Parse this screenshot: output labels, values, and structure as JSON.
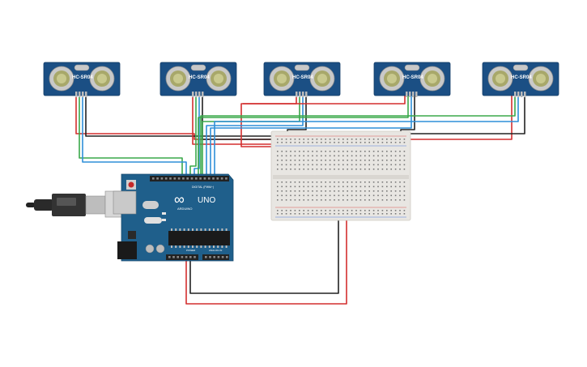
{
  "sensors": [
    {
      "model": "HC-SR04"
    },
    {
      "model": "HC-SR04"
    },
    {
      "model": "HC-SR04"
    },
    {
      "model": "HC-SR04"
    },
    {
      "model": "HC-SR04"
    }
  ],
  "arduino": {
    "logo": "∞",
    "model": "UNO",
    "brand": "ARDUINO",
    "digital_label": "DIGITAL (PWM~)",
    "power_label": "POWER",
    "analog_label": "ANALOG IN"
  },
  "colors": {
    "board": "#1f5f8b",
    "sensor": "#1b4f84",
    "red_wire": "#d32f2f",
    "black_wire": "#222222",
    "green_wire": "#3aa84a",
    "blue_wire": "#2f8fd8",
    "breadboard": "#e8e6e2"
  }
}
